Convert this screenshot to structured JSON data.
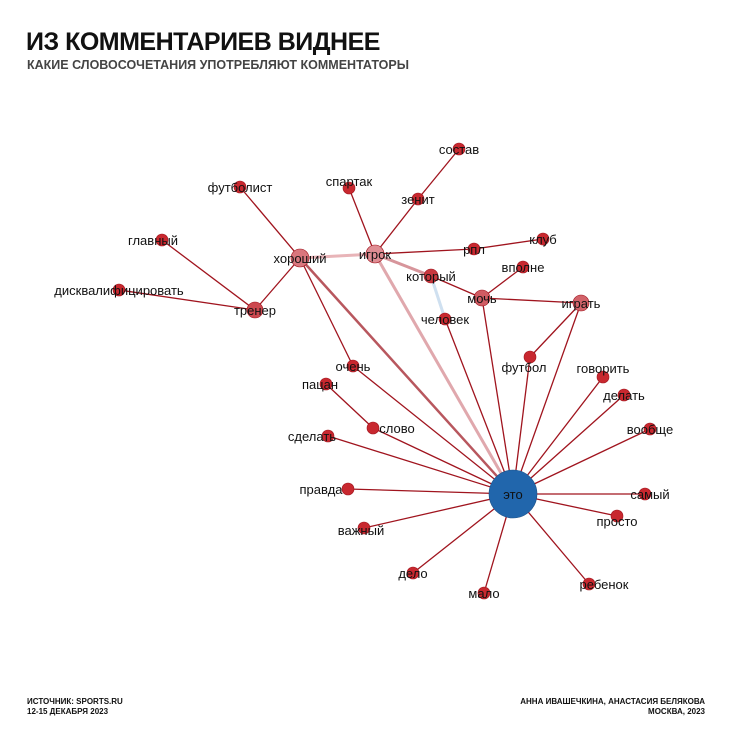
{
  "header": {
    "title": "ИЗ КОММЕНТАРИЕВ ВИДНЕЕ",
    "subtitle": "КАКИЕ СЛОВОСОЧЕТАНИЯ УПОТРЕБЛЯЮТ КОММЕНТАТОРЫ"
  },
  "footer": {
    "source": "ИСТОЧНИК: SPORTS.RU",
    "dates": "12-15 ДЕКАБРЯ 2023",
    "authors": "АННА ИВАШЕЧКИНА, АНАСТАСИЯ БЕЛЯКОВА",
    "place": "МОСКВА, 2023"
  },
  "colors": {
    "hub": "#2166ac",
    "node": "#c8282f",
    "edge": "#a0141e",
    "edge_pale": "#e8b4b8",
    "edge_blue": "#cfe0f0"
  },
  "graph": {
    "nodes": [
      "это",
      "хороший",
      "игрок",
      "который",
      "мочь",
      "играть",
      "состав",
      "зенит",
      "спартак",
      "футболист",
      "главный",
      "дисквалифицировать",
      "тренер",
      "рпл",
      "клуб",
      "вполне",
      "человек",
      "футбол",
      "говорить",
      "делать",
      "вообще",
      "самый",
      "просто",
      "ребенок",
      "мало",
      "дело",
      "важный",
      "правда",
      "сделать",
      "слово",
      "пацан",
      "очень"
    ],
    "edges": [
      [
        "хороший",
        "футболист"
      ],
      [
        "хороший",
        "тренер"
      ],
      [
        "тренер",
        "главный"
      ],
      [
        "тренер",
        "дисквалифицировать"
      ],
      [
        "хороший",
        "игрок"
      ],
      [
        "игрок",
        "спартак"
      ],
      [
        "игрок",
        "зенит"
      ],
      [
        "зенит",
        "состав"
      ],
      [
        "игрок",
        "рпл"
      ],
      [
        "рпл",
        "клуб"
      ],
      [
        "игрок",
        "который"
      ],
      [
        "который",
        "мочь"
      ],
      [
        "который",
        "человек"
      ],
      [
        "мочь",
        "вполне"
      ],
      [
        "мочь",
        "играть"
      ],
      [
        "хороший",
        "очень"
      ],
      [
        "хороший",
        "это"
      ],
      [
        "игрок",
        "это"
      ],
      [
        "человек",
        "это"
      ],
      [
        "мочь",
        "это"
      ],
      [
        "играть",
        "футбол"
      ],
      [
        "играть",
        "это"
      ],
      [
        "футбол",
        "это"
      ],
      [
        "говорить",
        "это"
      ],
      [
        "делать",
        "это"
      ],
      [
        "вообще",
        "это"
      ],
      [
        "самый",
        "это"
      ],
      [
        "просто",
        "это"
      ],
      [
        "ребенок",
        "это"
      ],
      [
        "мало",
        "это"
      ],
      [
        "дело",
        "это"
      ],
      [
        "важный",
        "это"
      ],
      [
        "правда",
        "это"
      ],
      [
        "сделать",
        "это"
      ],
      [
        "слово",
        "это"
      ],
      [
        "пацан",
        "слово"
      ],
      [
        "очень",
        "это"
      ]
    ]
  }
}
